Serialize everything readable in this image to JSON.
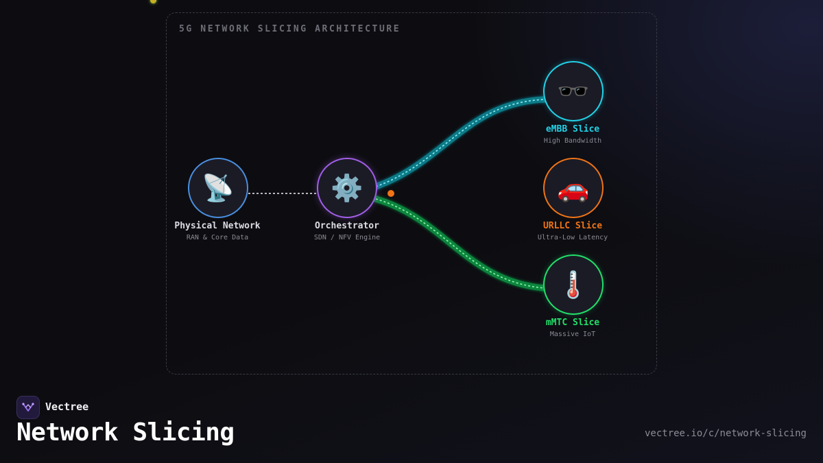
{
  "diagram": {
    "title": "5G NETWORK SLICING ARCHITECTURE",
    "nodes": [
      {
        "id": "physical",
        "icon": "satellite-dish-icon",
        "glyph": "📡",
        "label": "Physical Network",
        "sub": "RAN & Core Data",
        "color": "#4a8fe0"
      },
      {
        "id": "orchestrator",
        "icon": "gear-icon",
        "glyph": "⚙️",
        "label": "Orchestrator",
        "sub": "SDN / NFV Engine",
        "color": "#a15ee6"
      },
      {
        "id": "embb",
        "icon": "glasses-icon",
        "glyph": "🕶️",
        "label": "eMBB Slice",
        "sub": "High Bandwidth",
        "color": "#22d3e8"
      },
      {
        "id": "urllc",
        "icon": "car-icon",
        "glyph": "🚗",
        "label": "URLLC Slice",
        "sub": "Ultra-Low Latency",
        "color": "#f07416"
      },
      {
        "id": "mmtc",
        "icon": "thermometer-icon",
        "glyph": "🌡️",
        "label": "mMTC Slice",
        "sub": "Massive IoT",
        "color": "#22e06a"
      }
    ],
    "links": [
      {
        "from": "physical",
        "to": "orchestrator",
        "style": "dotted",
        "color": "#b8b8c2"
      },
      {
        "from": "orchestrator",
        "to": "embb",
        "style": "flow",
        "color": "#0fa3b0",
        "dash_color": "#8ef0f8"
      },
      {
        "from": "orchestrator",
        "to": "urllc",
        "style": "packet",
        "color": "#f07416"
      },
      {
        "from": "orchestrator",
        "to": "mmtc",
        "style": "flow",
        "color": "#11a84a",
        "dash_color": "#8df5b0"
      }
    ]
  },
  "footer": {
    "brand": "Vectree",
    "title": "Network Slicing",
    "url": "vectree.io/c/network-slicing",
    "logo_color": "#9b6cf0"
  }
}
